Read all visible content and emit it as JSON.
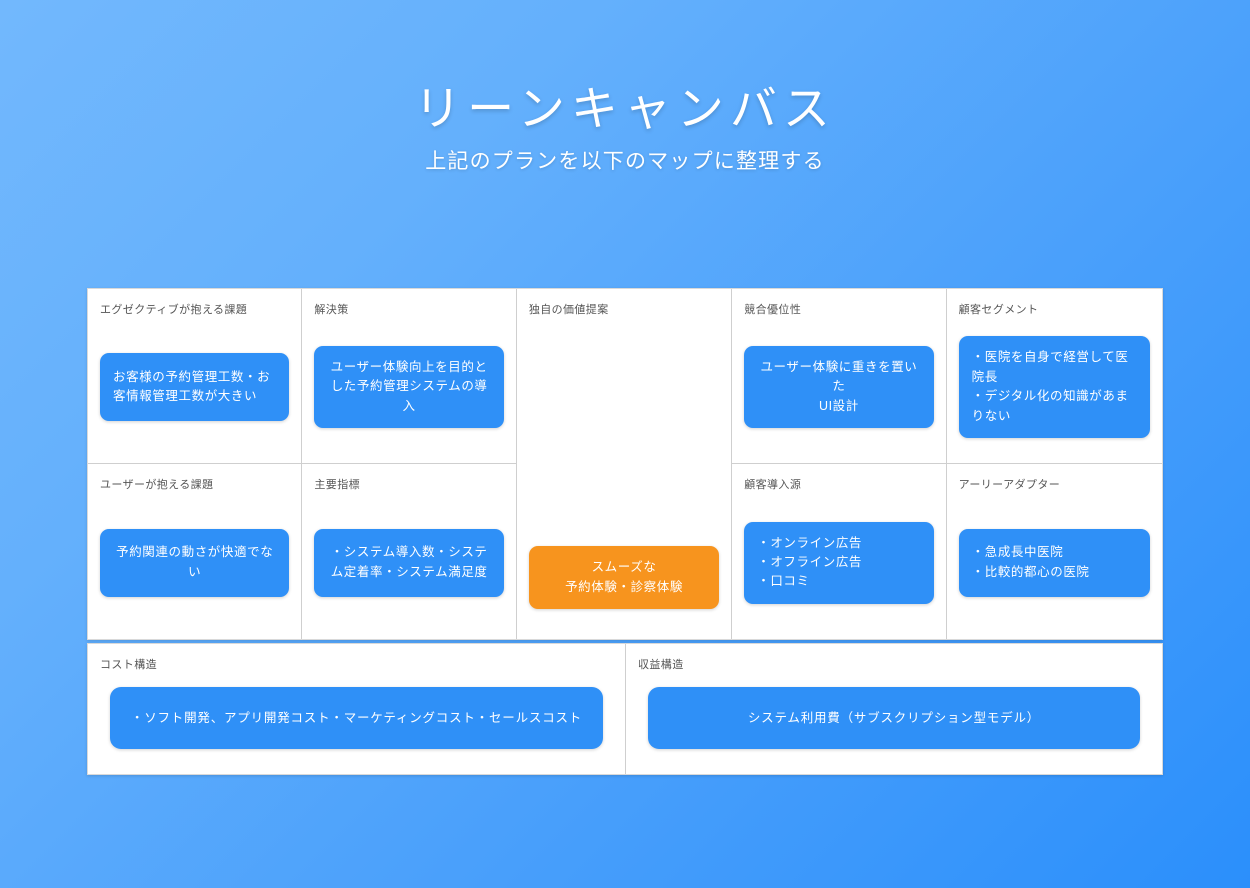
{
  "header": {
    "title": "リーンキャンバス",
    "subtitle": "上記のプランを以下のマップに整理する"
  },
  "colors": {
    "background_start": "#72b8fd",
    "background_end": "#2b8ffb",
    "note_blue": "#2f90f7",
    "note_orange": "#f7941e",
    "canvas_background": "#ffffff",
    "cell_border": "#cfcfcf",
    "label_text": "#555555",
    "note_text": "#ffffff"
  },
  "canvas": {
    "cells": {
      "executive_problem": {
        "label": "エグゼクティブが抱える課題",
        "note": "お客様の予約管理工数・お客情報管理工数が大きい",
        "note_color": "#2f90f7",
        "align": "left"
      },
      "solution": {
        "label": "解決策",
        "note": "ユーザー体験向上を目的とした予約管理システムの導入",
        "note_color": "#2f90f7",
        "align": "center"
      },
      "value_proposition": {
        "label": "独自の価値提案",
        "note": "スムーズな\n予約体験・診察体験",
        "note_color": "#f7941e",
        "align": "center"
      },
      "competitive_advantage": {
        "label": "競合優位性",
        "note": "ユーザー体験に重きを置いた\nUI設計",
        "note_color": "#2f90f7",
        "align": "center"
      },
      "customer_segment": {
        "label": "顧客セグメント",
        "note": "・医院を自身で経営して医院長\n・デジタル化の知識があまりない",
        "note_color": "#2f90f7",
        "align": "left"
      },
      "user_problem": {
        "label": "ユーザーが抱える課題",
        "note": "予約関連の動さが快適でない",
        "note_color": "#2f90f7",
        "align": "center"
      },
      "key_metrics": {
        "label": "主要指標",
        "note": "・システム導入数・システム定着率・システム満足度",
        "note_color": "#2f90f7",
        "align": "center"
      },
      "channels": {
        "label": "顧客導入源",
        "note": "・オンライン広告\n・オフライン広告\n・口コミ",
        "note_color": "#2f90f7",
        "align": "left"
      },
      "early_adopters": {
        "label": "アーリーアダプター",
        "note": "・急成長中医院\n・比較的都心の医院",
        "note_color": "#2f90f7",
        "align": "left"
      },
      "cost_structure": {
        "label": "コスト構造",
        "note": "・ソフト開発、アプリ開発コスト・マーケティングコスト・セールスコスト",
        "note_color": "#2f90f7",
        "align": "center"
      },
      "revenue_structure": {
        "label": "収益構造",
        "note": "システム利用費（サブスクリプション型モデル）",
        "note_color": "#2f90f7",
        "align": "center"
      }
    }
  }
}
